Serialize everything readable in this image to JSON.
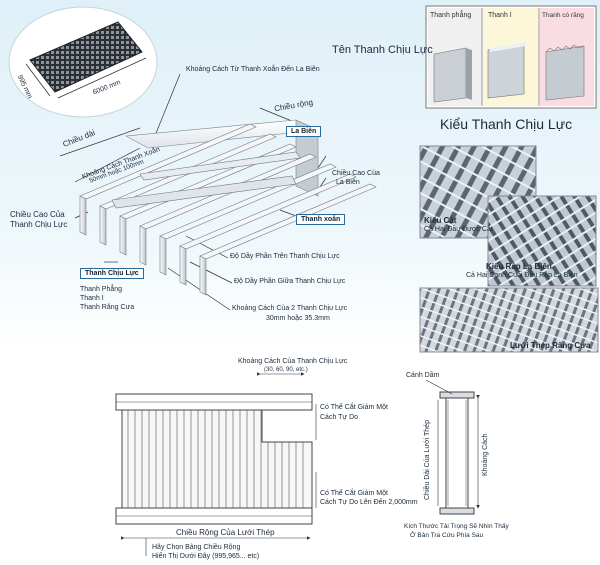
{
  "mesh": {
    "width_label": "995 mm",
    "length_label": "6000 mm"
  },
  "top_labels": {
    "edge_distance": "Khoảng Cách Từ Thanh Xoắn Đến La Biên",
    "width": "Chiều rộng",
    "length": "Chiều dài",
    "twist_spacing": "Khoảng Cách Thanh Xoắn",
    "twist_spacing_values": "50mm hoặc 100mm",
    "border_bar": "La Biên",
    "border_height_1": "Chiều Cao Của",
    "border_height_2": "La Biên",
    "twisted_bar": "Thanh xoắn",
    "bearing_height_1": "Chiều Cao Của",
    "bearing_height_2": "Thanh Chịu Lực",
    "bearing_bar": "Thanh Chịu Lực",
    "types": [
      "Thanh Phẳng",
      "Thanh I",
      "Thanh Răng Cưa"
    ],
    "thickness_top": "Độ Dầy Phần Trên Thanh Chịu Lực",
    "thickness_mid": "Độ Dầy Phần Giữa Thanh Chịu Lực",
    "bar_spacing": "Khoảng Cách Của 2 Thanh Chịu Lực",
    "bar_spacing_values": "30mm hoặc 35.3mm"
  },
  "bar_types": {
    "heading": "Tên Thanh Chịu Lực",
    "flat": "Thanh phẳng",
    "ibar": "Thanh I",
    "serrated": "Thanh có răng",
    "style_title": "Kiểu Thanh Chịu Lực"
  },
  "photos": {
    "cut_title": "Kiểu Cắt",
    "cut_desc": "Cả Hai Đầu Được Cắt",
    "banded_title": "Kiểu Ráp La Biên",
    "banded_desc": "Cả Hai Cạnh Cuối Đều Ráp La Biên",
    "serrated_title": "Lưới Thép Răng Cưa"
  },
  "plan": {
    "spacing_title": "Khoảng Cách Của Thanh Chịu Lực",
    "spacing_values": "(30, 60, 90, etc.)",
    "cut_free_1": "Có Thể Cắt Giảm Một",
    "cut_free_2": "Cách Tự Do",
    "cut_free_3": "Có Thể Cắt Giảm Một",
    "cut_free_4": "Cách Tự Do Lên Đến 2,000mm",
    "width": "Chiều Rộng Của Lưới Thép",
    "choose_1": "Hãy Chọn Bảng Chiều Rộng",
    "choose_2": "Hiển Thị Dưới Đây (995,965... etc)"
  },
  "section": {
    "flange": "Cánh Dầm",
    "bar_length": "Chiều Dài Của Lưới Thép",
    "distance": "Khoảng Cách",
    "note_1": "Kích Thước Tải Trọng Sẽ Nhìn Thấy",
    "note_2": "Ở Bản Tra Cứu Phía Sau"
  },
  "colors": {
    "accent": "#2a6a9a",
    "bar_light": "#f2f4f6",
    "bar_dark": "#9aa4ae"
  }
}
